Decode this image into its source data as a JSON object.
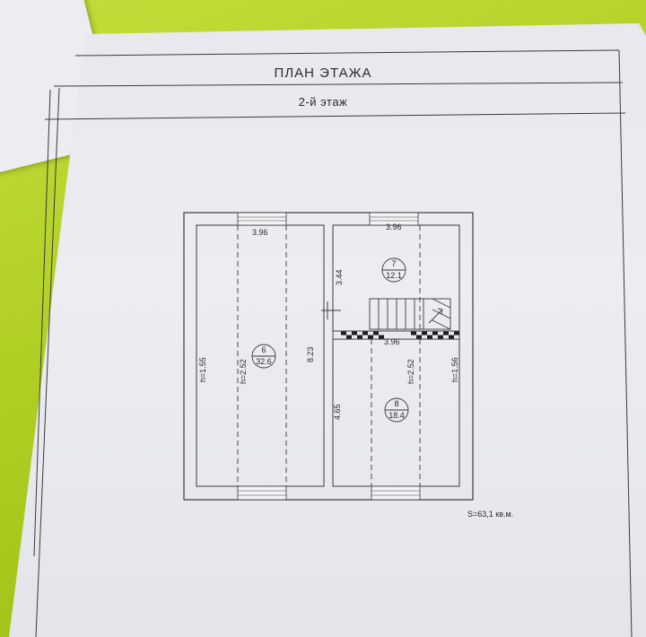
{
  "header": {
    "title": "ПЛАН ЭТАЖА",
    "floor": "2-й этаж"
  },
  "plan": {
    "rooms": [
      {
        "number": "6",
        "area": "32.6"
      },
      {
        "number": "7",
        "area": "12.1"
      },
      {
        "number": "8",
        "area": "18.4"
      }
    ],
    "dimensions": {
      "left_width": "3.96",
      "right_top_width": "3.96",
      "right_mid_width": "3.96",
      "room7_depth": "3.44",
      "room8_depth": "4.65",
      "total_depth": "8.23",
      "left_h_wall": "h=1.55",
      "left_h_center": "h=2.52",
      "right_h_center": "h=2.52",
      "right_h_wall": "h=1.56"
    },
    "total_area": "S=63,1 кв.м."
  },
  "colors": {
    "paper": "#e9eaef",
    "ink": "#2a2a2e",
    "folder_green": "#b2d126"
  }
}
